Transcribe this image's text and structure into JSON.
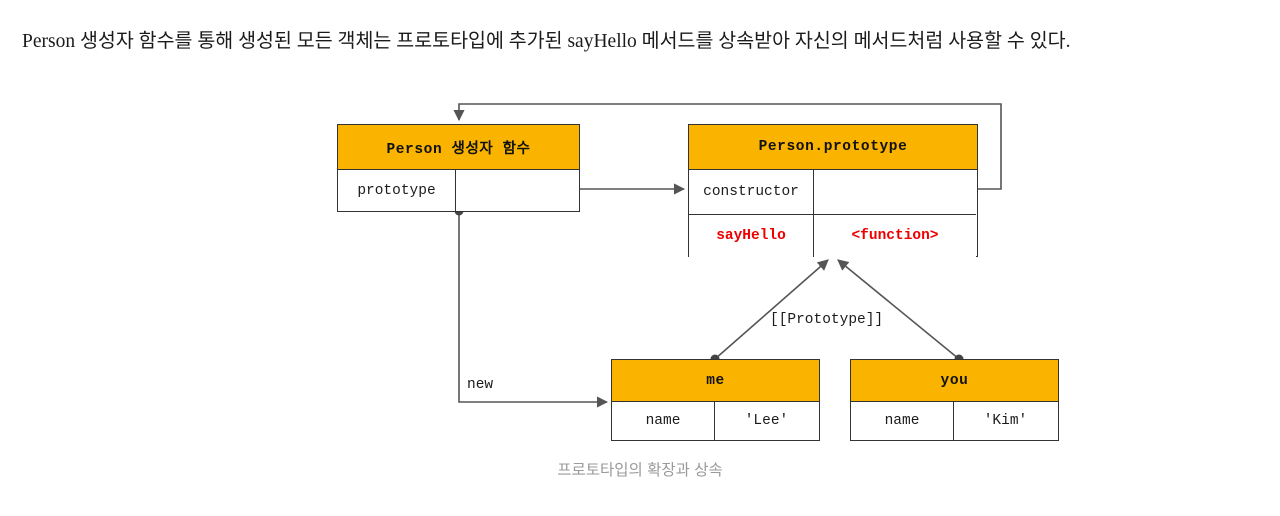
{
  "intro": {
    "text": "Person 생성자 함수를 통해 생성된 모든 객체는 프로토타입에 추가된 sayHello 메서드를 상속받아 자신의 메서드처럼 사용할 수 있다."
  },
  "colors": {
    "header_fill": "#FAB400",
    "box_border": "#333333",
    "highlight_text": "#EE0000",
    "edge_stroke": "#555555",
    "caption_text": "#9A9A9A"
  },
  "diagram": {
    "boxes": {
      "constructor_fn": {
        "title": "Person 생성자 함수",
        "rows": [
          {
            "key": "prototype",
            "value": ""
          }
        ]
      },
      "prototype_obj": {
        "title": "Person.prototype",
        "rows": [
          {
            "key": "constructor",
            "value": ""
          },
          {
            "key": "sayHello",
            "value": "<function>"
          }
        ]
      },
      "instance_me": {
        "title": "me",
        "rows": [
          {
            "key": "name",
            "value": "'Lee'"
          }
        ]
      },
      "instance_you": {
        "title": "you",
        "rows": [
          {
            "key": "name",
            "value": "'Kim'"
          }
        ]
      }
    },
    "edge_labels": {
      "prototype_link": "[[Prototype]]",
      "new_operator": "new"
    }
  },
  "caption": {
    "text": "프로토타입의 확장과 상속"
  }
}
